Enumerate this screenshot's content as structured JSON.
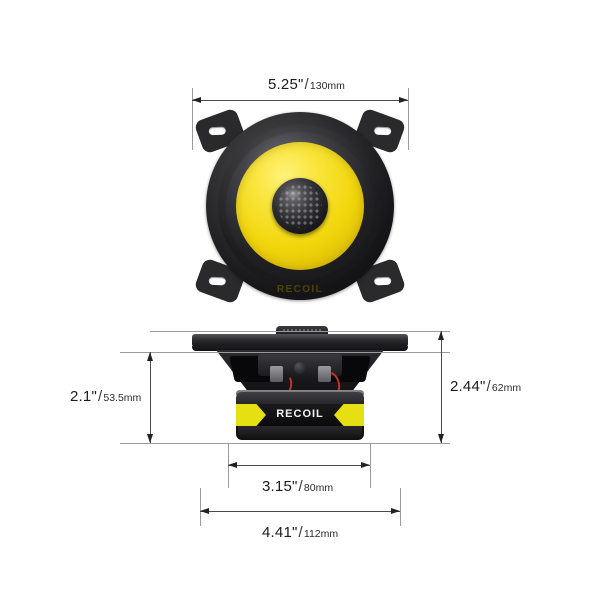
{
  "product": {
    "brand": "RECOIL",
    "front_cone_logo": "RECOIL",
    "magnet_band_logo": "RECOIL",
    "cone_color": "#f2d60c",
    "body_color": "#1a1a1d",
    "accent_color": "#e6df12"
  },
  "dimensions": {
    "overall_diameter": {
      "inch": "5.25\"",
      "slash": "/",
      "mm": "130mm"
    },
    "mounting_depth": {
      "inch": "2.1\"",
      "slash": "/",
      "mm": "53.5mm"
    },
    "total_height": {
      "inch": "2.44\"",
      "slash": "/",
      "mm": "62mm"
    },
    "magnet_width": {
      "inch": "3.15\"",
      "slash": "/",
      "mm": "80mm"
    },
    "cutout_diameter": {
      "inch": "4.41\"",
      "slash": "/",
      "mm": "112mm"
    }
  }
}
